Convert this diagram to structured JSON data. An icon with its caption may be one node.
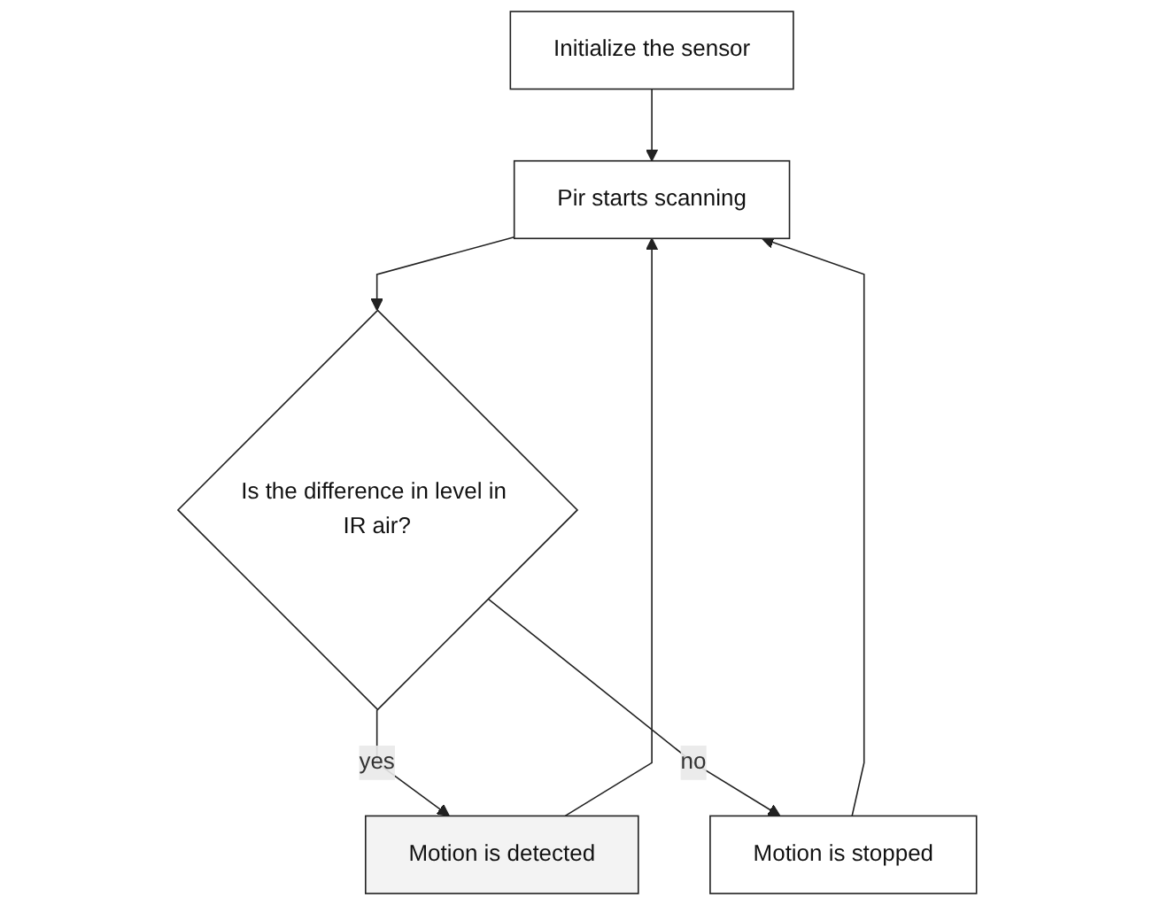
{
  "diagram": {
    "nodes": [
      {
        "text": [
          "Initialize the sensor"
        ]
      },
      {
        "text": [
          "Pir starts scanning"
        ]
      },
      {
        "text": [
          "Is the difference in level in IR air?"
        ]
      },
      {
        "text": [
          "Motion is detected"
        ]
      },
      {
        "text": [
          "Motion is stopped"
        ]
      }
    ],
    "edges": [
      {
        "from": 0,
        "to": 1,
        "arrow": "to"
      },
      {
        "from": 1,
        "to": 2,
        "arrow": "to"
      },
      {
        "from": 2,
        "to": 3,
        "arrow": "to",
        "label": "yes"
      },
      {
        "from": 2,
        "to": 4,
        "arrow": "to",
        "label": "no"
      },
      {
        "from": 4,
        "to": 1,
        "arrow": "to"
      },
      {
        "from": 3,
        "to": 1,
        "arrow": "to"
      }
    ]
  }
}
